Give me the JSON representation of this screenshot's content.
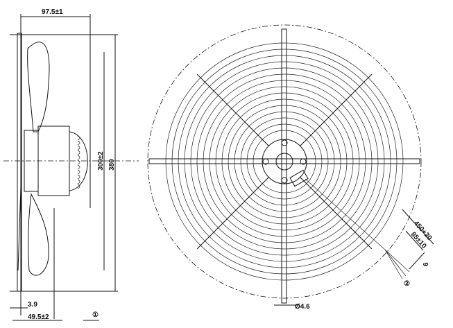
{
  "drawing": {
    "side_view": {
      "depth_label": "97.5±1",
      "guard_height_label": "300±2",
      "overall_height_label": "380",
      "offset_label": "3.9",
      "mount_depth_label": "49.5±2",
      "view_marker": "①"
    },
    "front_view": {
      "hole_label": "Ø4.6",
      "cable_length_label": "450+20",
      "strip_length_label": "85±10",
      "wire_end_label": "6",
      "cable_marker": "②"
    }
  }
}
